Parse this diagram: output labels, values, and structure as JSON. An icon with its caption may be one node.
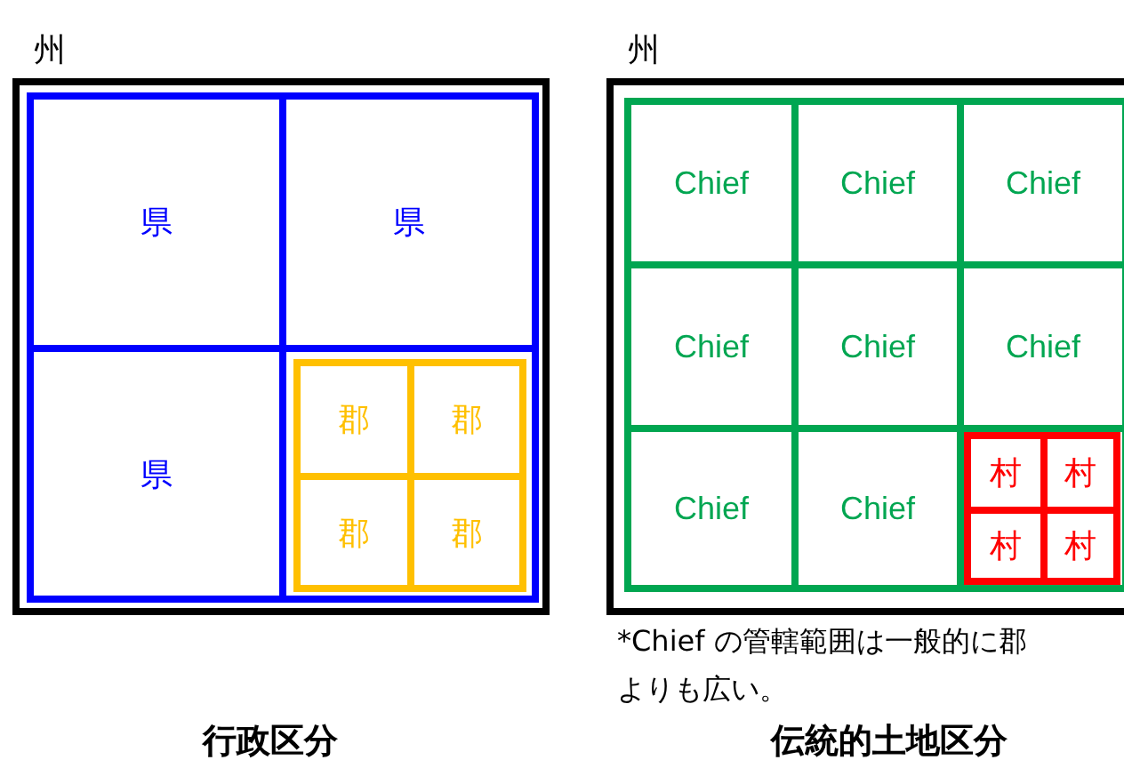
{
  "diagram": {
    "nodes": [
      {
        "text": [
          "州"
        ]
      },
      {
        "text": [
          "県"
        ],
        "in": 0
      },
      {
        "text": [
          "県"
        ],
        "in": 0
      },
      {
        "text": [
          "県"
        ],
        "in": 0
      },
      {
        "text": [],
        "shape": "box",
        "in": 0
      },
      {
        "text": [
          "郡"
        ],
        "in": 4
      },
      {
        "text": [
          "郡"
        ],
        "in": 4
      },
      {
        "text": [
          "郡"
        ],
        "in": 4
      },
      {
        "text": [
          "郡"
        ],
        "in": 4
      },
      {
        "text": [
          "州"
        ]
      },
      {
        "text": [
          "Chief"
        ],
        "in": 9
      },
      {
        "text": [
          "Chief"
        ],
        "in": 9
      },
      {
        "text": [
          "Chief"
        ],
        "in": 9
      },
      {
        "text": [
          "Chief"
        ],
        "in": 9
      },
      {
        "text": [
          "Chief"
        ],
        "in": 9
      },
      {
        "text": [
          "Chief"
        ],
        "in": 9
      },
      {
        "text": [
          "Chief"
        ],
        "in": 9
      },
      {
        "text": [
          "Chief"
        ],
        "in": 9
      },
      {
        "text": [],
        "shape": "box",
        "in": 9
      },
      {
        "text": [
          "村"
        ],
        "in": 18
      },
      {
        "text": [
          "村"
        ],
        "in": 18
      },
      {
        "text": [
          "村"
        ],
        "in": 18
      },
      {
        "text": [
          "村"
        ],
        "in": 18
      }
    ],
    "labels": [
      "*Chief の管轄範囲は一般的に郡よりも広い。",
      "行政区分",
      "伝統的土地区分"
    ]
  }
}
